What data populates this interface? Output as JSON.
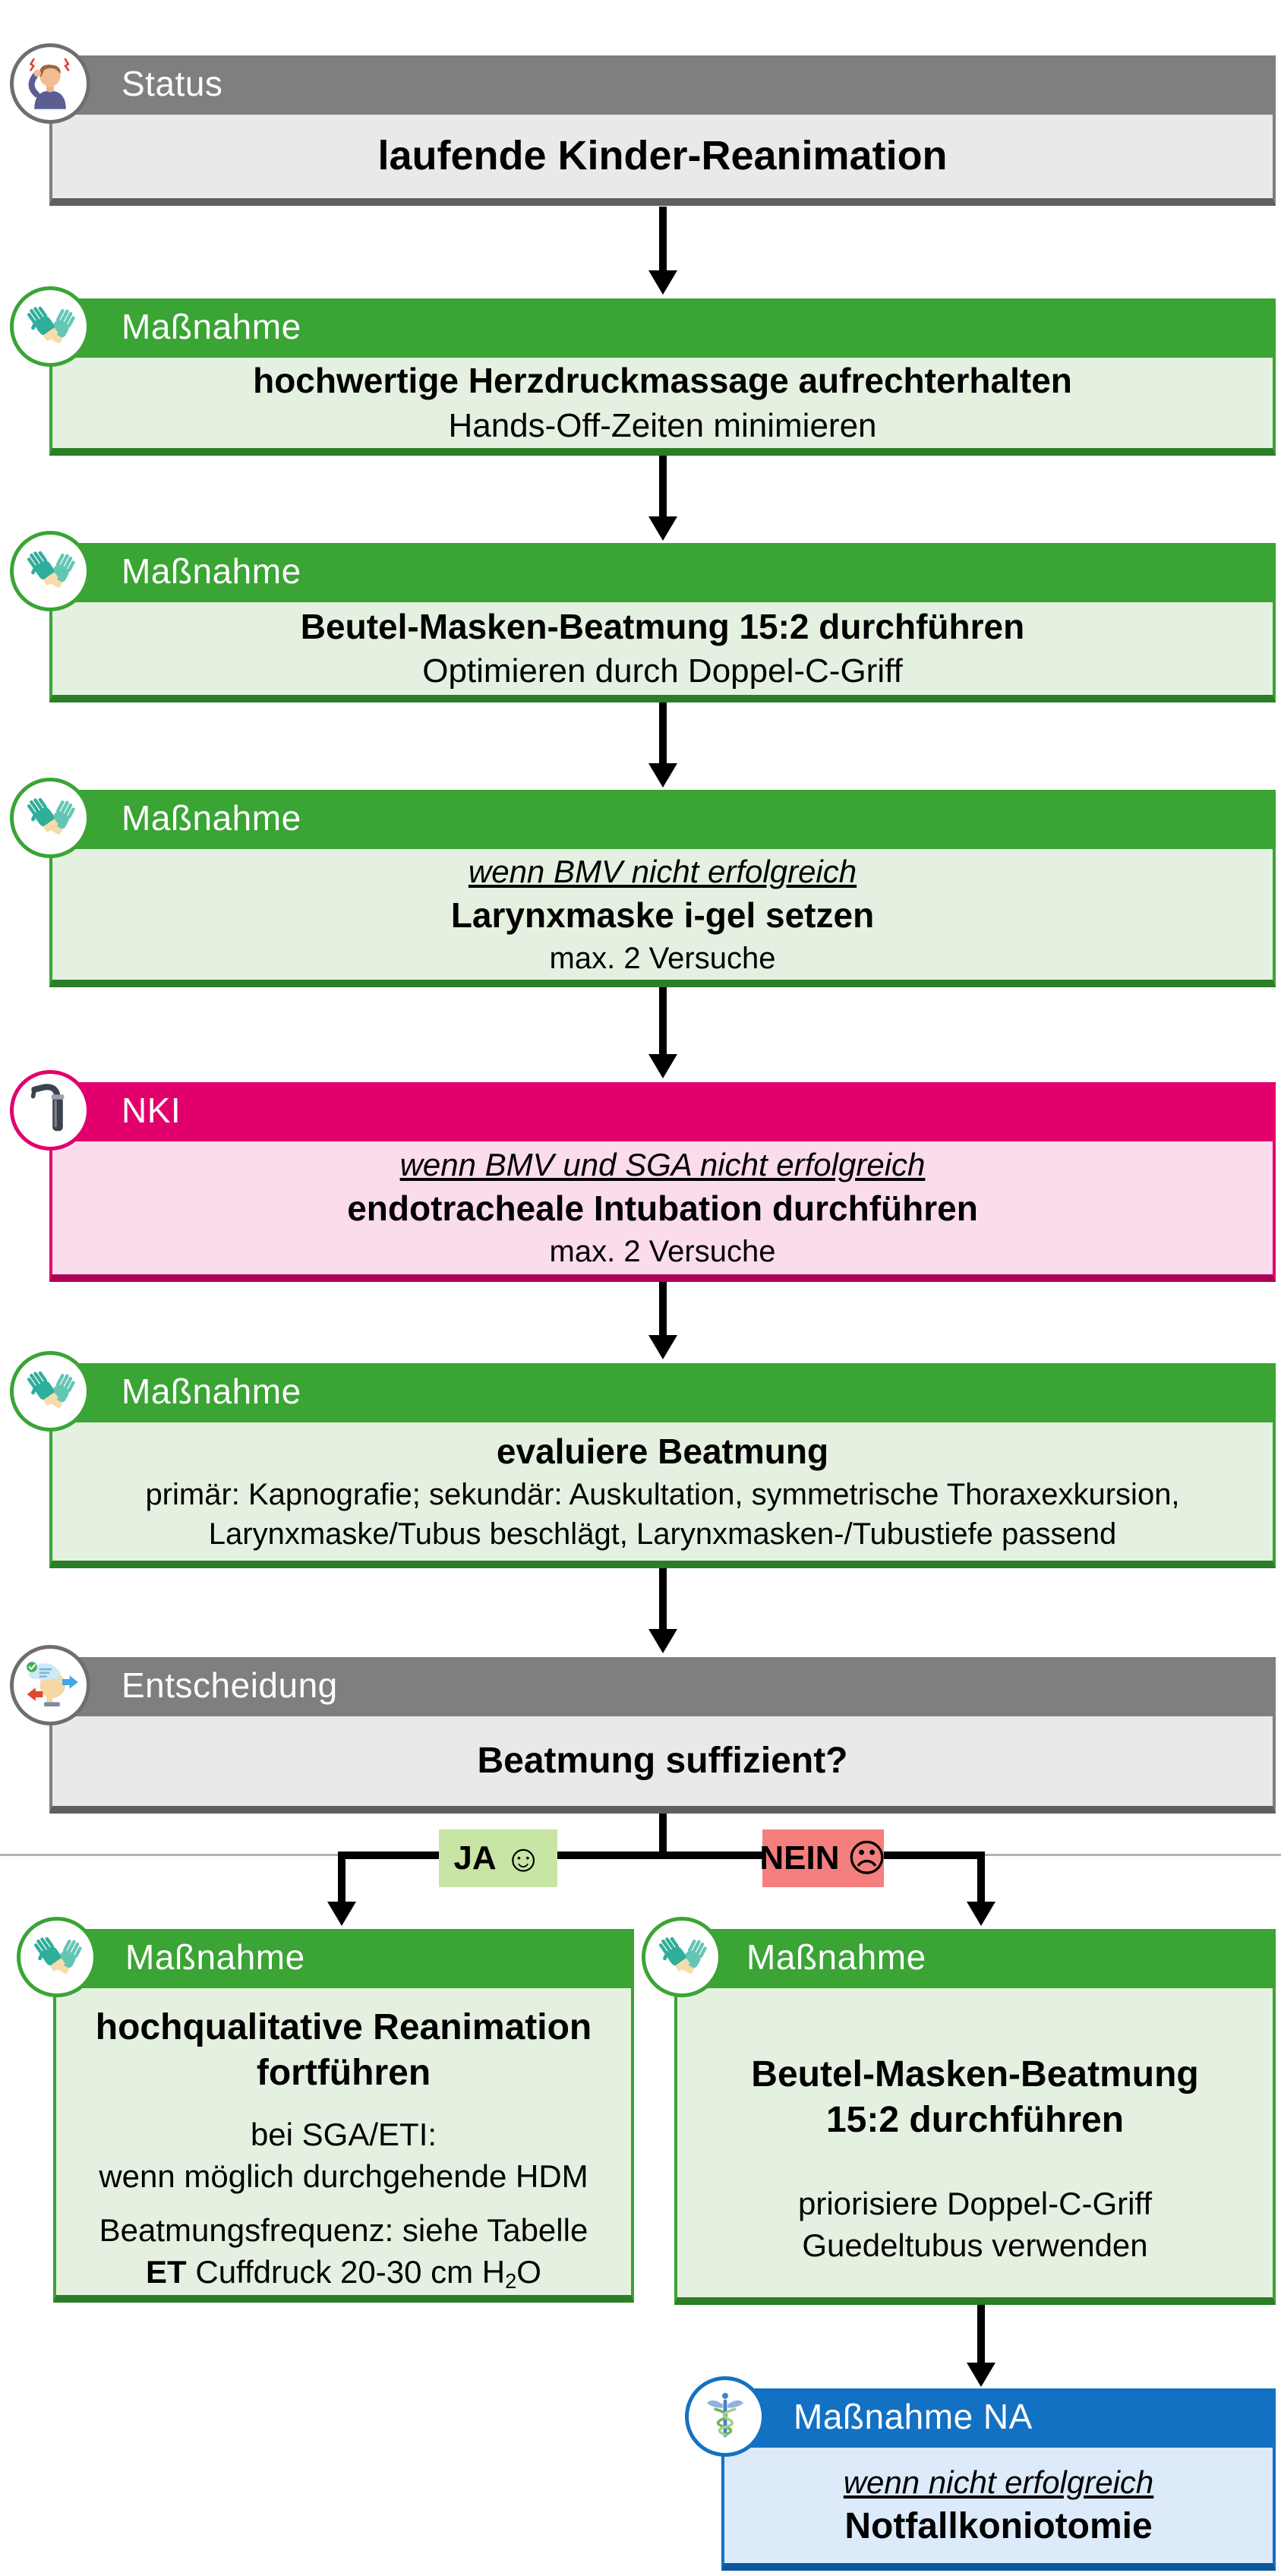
{
  "colors": {
    "green": "#3aa435",
    "green_light": "#e4f1e0",
    "magenta": "#e2006d",
    "magenta_light": "#fadcec",
    "gray": "#7f7f7f",
    "gray_light": "#e9e9e9",
    "blue": "#1371c3",
    "blue_light": "#dceafa",
    "yes_bg": "#c9e5a6",
    "no_bg": "#f57e7e"
  },
  "nodes": {
    "status": {
      "header": "Status",
      "icon": "headache-person-icon",
      "title": "laufende Kinder-Reanimation"
    },
    "m1": {
      "header": "Maßnahme",
      "icon": "gloves-icon",
      "bold": "hochwertige Herzdruckmassage aufrechterhalten",
      "line": "Hands-Off-Zeiten minimieren"
    },
    "m2": {
      "header": "Maßnahme",
      "icon": "gloves-icon",
      "bold": "Beutel-Masken-Beatmung 15:2 durchführen",
      "line": "Optimieren durch Doppel-C-Griff"
    },
    "m3": {
      "header": "Maßnahme",
      "icon": "gloves-icon",
      "condition": "wenn BMV nicht erfolgreich",
      "bold": "Larynxmaske i-gel setzen",
      "line": "max. 2 Versuche"
    },
    "nki": {
      "header": "NKI",
      "icon": "laryngoscope-icon",
      "condition": "wenn BMV und SGA nicht erfolgreich",
      "bold": "endotracheale Intubation durchführen",
      "line": "max. 2 Versuche"
    },
    "m4": {
      "header": "Maßnahme",
      "icon": "gloves-icon",
      "bold": "evaluiere Beatmung",
      "line1": "primär: Kapnografie; sekundär: Auskultation, symmetrische Thoraxexkursion,",
      "line2": "Larynxmaske/Tubus beschlägt, Larynxmasken-/Tubustiefe passend"
    },
    "decision": {
      "header": "Entscheidung",
      "icon": "decision-head-icon",
      "question": "Beatmung suffizient?"
    },
    "left": {
      "header": "Maßnahme",
      "icon": "gloves-icon",
      "bold1": "hochqualitative Reanimation",
      "bold2": "fortführen",
      "line1": "bei SGA/ETI:",
      "line2": "wenn möglich durchgehende HDM",
      "line3": "Beatmungsfrequenz: siehe Tabelle",
      "line4_bold": "ET",
      "line4_mid": " Cuffdruck 20-30 cm H",
      "line4_sub": "2",
      "line4_end": "O"
    },
    "right": {
      "header": "Maßnahme",
      "icon": "gloves-icon",
      "bold1": "Beutel-Masken-Beatmung",
      "bold2": "15:2 durchführen",
      "line1": "priorisiere Doppel-C-Griff",
      "line2": "Guedeltubus verwenden"
    },
    "na": {
      "header": "Maßnahme NA",
      "icon": "caduceus-icon",
      "condition": "wenn nicht erfolgreich",
      "bold": "Notfallkoniotomie"
    }
  },
  "branch": {
    "yes_label": "JA",
    "yes_smiley": "☺",
    "no_label": "NEIN",
    "no_smiley": "☹"
  }
}
